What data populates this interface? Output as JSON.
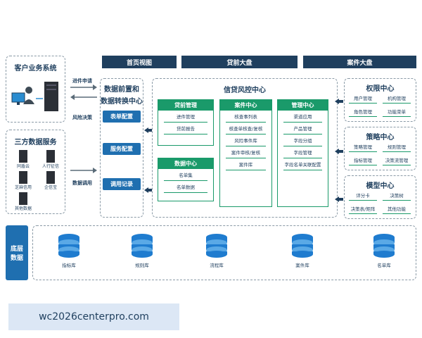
{
  "top_bar": [
    "首页视图",
    "贷前大盘",
    "案件大盘"
  ],
  "customer_system": {
    "title": "客户业务系统"
  },
  "third_party": {
    "title": "三方数据服务",
    "items": [
      "同盾云",
      "人行征信",
      "芝麻信用",
      "企信宝",
      "其他数据"
    ]
  },
  "arrows": {
    "apply": "进件申请",
    "decision": "风险决策",
    "data_call": "数据调用"
  },
  "front_center": {
    "title_line1": "数据前置和",
    "title_line2": "数据转换中心",
    "buttons": [
      "表单配置",
      "服务配置",
      "调用记录"
    ]
  },
  "risk_center": {
    "title": "信贷风控中心",
    "loan_mgmt": {
      "title": "贷前管理",
      "items": [
        "进件管理",
        "贷前报告"
      ]
    },
    "data_center": {
      "title": "数据中心",
      "items": [
        "名单集",
        "名单数据"
      ]
    },
    "case_center": {
      "title": "案件中心",
      "items": [
        "核查事列表",
        "核查单核查/复核",
        "风险事件库",
        "案件审核/复核",
        "案件库"
      ]
    },
    "mgmt_center": {
      "title": "管理中心",
      "items": [
        "渠道应用",
        "产品管理",
        "字段分组",
        "字段管理",
        "字段名单关联配置"
      ]
    }
  },
  "right_panels": [
    {
      "title": "权限中心",
      "items": [
        "用户管理",
        "机构管理",
        "角色管理",
        "功能菜单"
      ]
    },
    {
      "title": "策略中心",
      "items": [
        "策略管理",
        "规则管理",
        "指标管理",
        "决策流管理"
      ]
    },
    {
      "title": "模型中心",
      "items": [
        "评分卡",
        "决策树",
        "决策表/矩阵",
        "其他功能"
      ]
    }
  ],
  "base_data": {
    "title_line1": "底层",
    "title_line2": "数据",
    "dbs": [
      "指标库",
      "规则库",
      "流程库",
      "案件库",
      "名单库"
    ]
  },
  "watermark": "wc2026centerpro.com",
  "colors": {
    "navy": "#1f3f5e",
    "green": "#1a9a6a",
    "blue": "#1f6fb0"
  }
}
